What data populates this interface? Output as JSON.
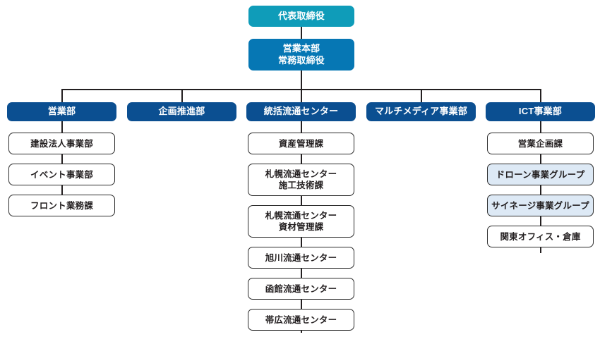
{
  "chart_data": {
    "type": "diagram",
    "title": "組織図",
    "orientation": "top-down",
    "colors": {
      "exec_teal": "#0F9CB9",
      "division_blue": "#0677B4",
      "department_navy": "#0B4F91",
      "unit_fill": "#FFFFFF",
      "unit_group_fill": "#DDE9F5",
      "line": "#231F20",
      "unit_border": "#2B2B2B",
      "text_light": "#FFFFFF",
      "text_dark": "#231F20"
    },
    "levels": [
      "executive",
      "division",
      "department",
      "unit"
    ]
  },
  "executive": {
    "label": "代表取締役"
  },
  "division": {
    "label": "営業本部\n常務取締役",
    "line1": "営業本部",
    "line2": "常務取締役"
  },
  "columns": [
    {
      "id": "sales",
      "header": "営業部",
      "units": [
        {
          "label": "建設法人事業部",
          "style": "plain"
        },
        {
          "label": "イベント事業部",
          "style": "plain"
        },
        {
          "label": "フロント業務課",
          "style": "plain"
        }
      ]
    },
    {
      "id": "planning",
      "header": "企画推進部",
      "units": []
    },
    {
      "id": "logistics",
      "header": "統括流通センター",
      "units": [
        {
          "label": "資産管理課",
          "style": "plain"
        },
        {
          "label": "札幌流通センター\n施工技術課",
          "style": "plain"
        },
        {
          "label": "札幌流通センター\n資材管理課",
          "style": "plain"
        },
        {
          "label": "旭川流通センター",
          "style": "plain"
        },
        {
          "label": "函館流通センター",
          "style": "plain"
        },
        {
          "label": "帯広流通センター",
          "style": "plain"
        }
      ]
    },
    {
      "id": "multimedia",
      "header": "マルチメディア事業部",
      "units": []
    },
    {
      "id": "ict",
      "header": "ICT事業部",
      "units": [
        {
          "label": "営業企画課",
          "style": "plain"
        },
        {
          "label": "ドローン事業グループ",
          "style": "group"
        },
        {
          "label": "サイネージ事業グループ",
          "style": "group"
        },
        {
          "label": "関東オフィス・倉庫",
          "style": "plain"
        }
      ]
    }
  ]
}
